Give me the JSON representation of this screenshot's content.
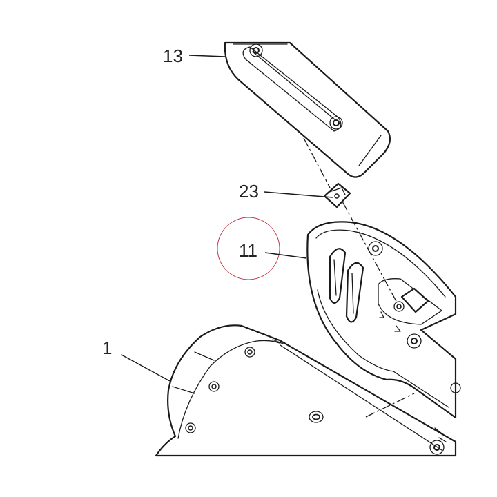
{
  "callouts": {
    "part_13": "13",
    "part_23": "23",
    "part_11": "11",
    "part_1": "1"
  },
  "colors": {
    "line": "#1a1a1a",
    "highlight_circle": "#c0394b",
    "background": "#ffffff"
  }
}
